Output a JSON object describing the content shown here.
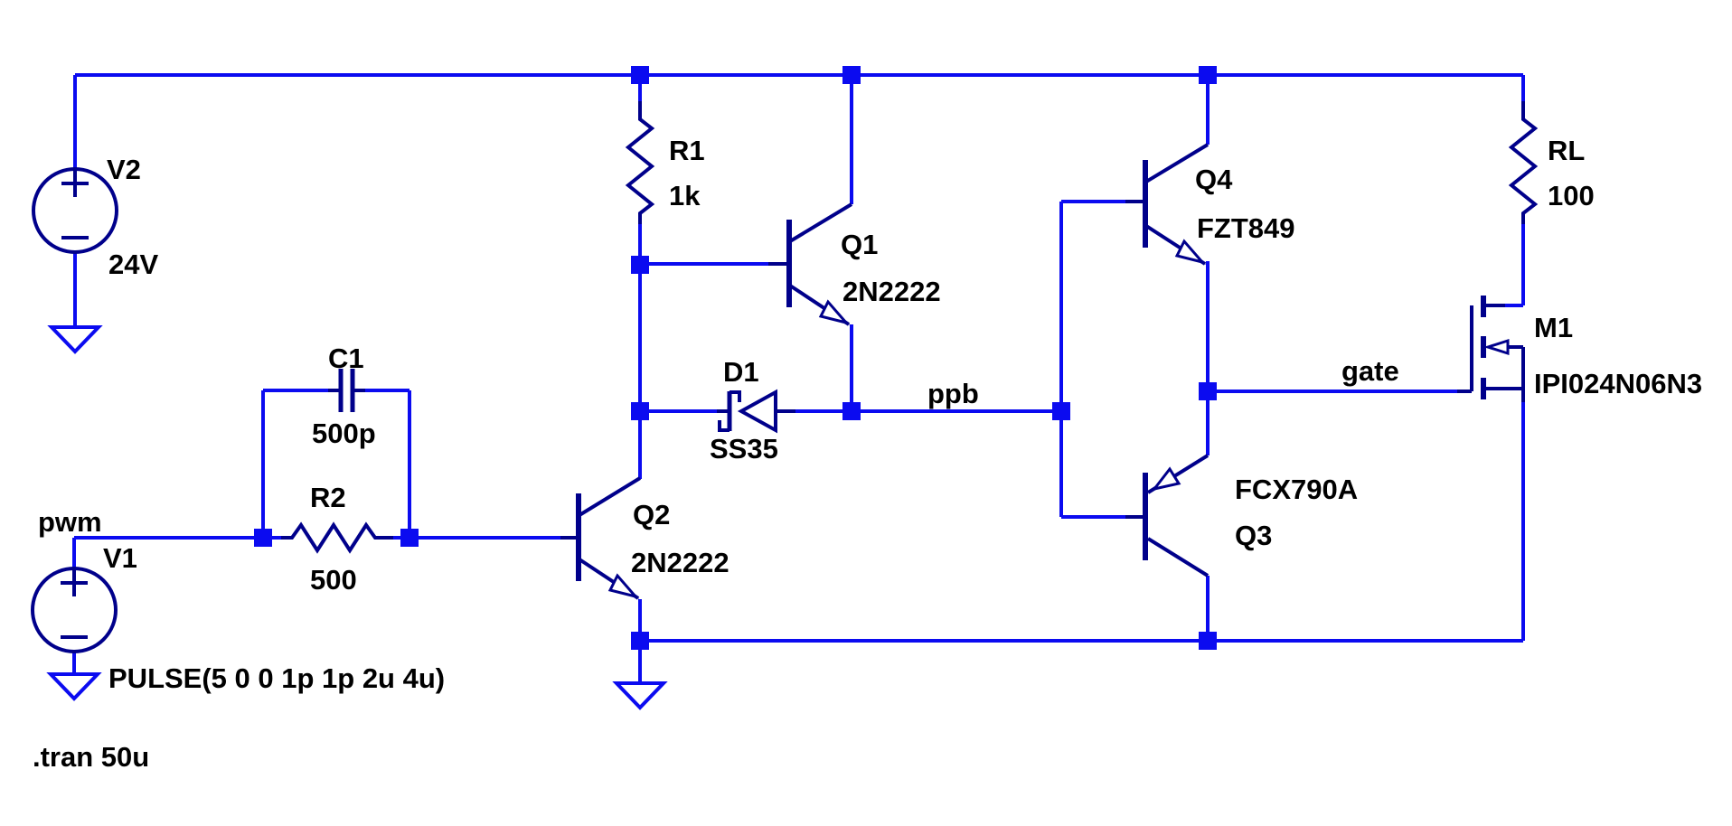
{
  "colors": {
    "background": "#ffffff",
    "wire": "#0b0bf0",
    "symbol": "#00008b",
    "text": "#000000"
  },
  "components": {
    "v2": {
      "label": "V2",
      "value": "24V",
      "type": "voltage-source"
    },
    "v1": {
      "label": "V1",
      "value": "PULSE(5 0 0 1p 1p 2u 4u)",
      "type": "voltage-source"
    },
    "r1": {
      "label": "R1",
      "value": "1k",
      "type": "resistor"
    },
    "r2": {
      "label": "R2",
      "value": "500",
      "type": "resistor"
    },
    "rl": {
      "label": "RL",
      "value": "100",
      "type": "resistor"
    },
    "c1": {
      "label": "C1",
      "value": "500p",
      "type": "capacitor"
    },
    "d1": {
      "label": "D1",
      "value": "SS35",
      "type": "schottky-diode"
    },
    "q1": {
      "label": "Q1",
      "value": "2N2222",
      "type": "npn-transistor"
    },
    "q2": {
      "label": "Q2",
      "value": "2N2222",
      "type": "npn-transistor"
    },
    "q3": {
      "label": "Q3",
      "value": "FCX790A",
      "type": "pnp-transistor"
    },
    "q4": {
      "label": "Q4",
      "value": "FZT849",
      "type": "npn-transistor"
    },
    "m1": {
      "label": "M1",
      "value": "IPI024N06N3",
      "type": "nmos-transistor"
    }
  },
  "nets": {
    "pwm": "pwm",
    "ppb": "ppb",
    "gate": "gate"
  },
  "directives": {
    "tran": ".tran 50u"
  }
}
